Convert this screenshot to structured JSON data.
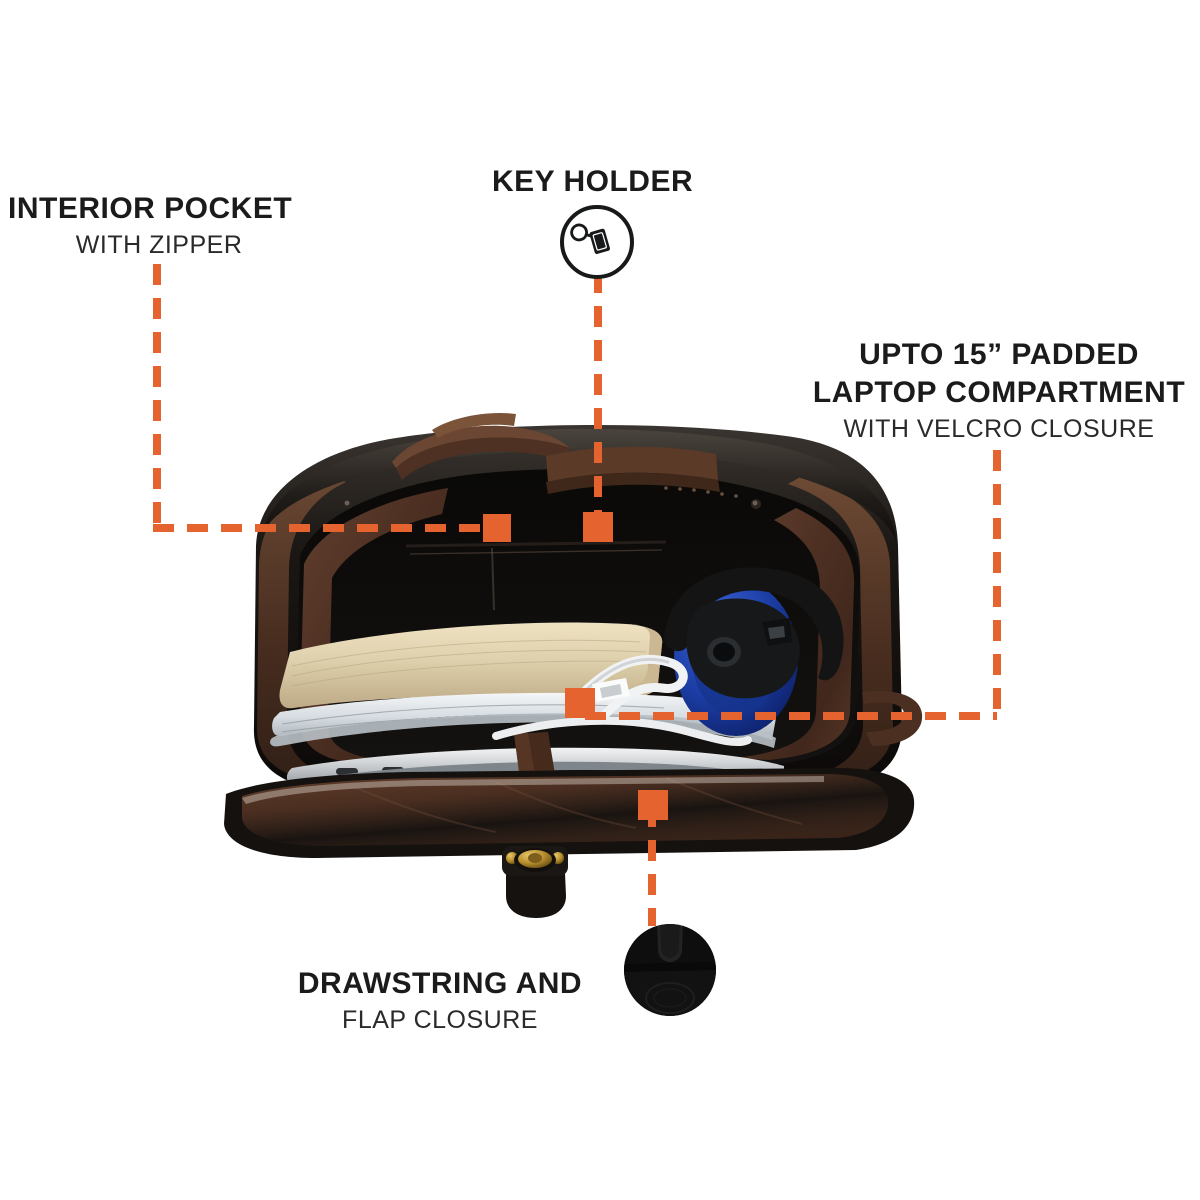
{
  "page": {
    "type": "product-feature-infographic",
    "subject": "leather-canvas backpack interior",
    "background_color": "#ffffff",
    "accent_color": "#e4632f",
    "text_color": "#1b1b1b"
  },
  "callouts": [
    {
      "id": "interior-pocket",
      "title": "INTERIOR POCKET",
      "subtitle": "WITH ZIPPER",
      "position": "top-left",
      "connector": "elbow-down-right",
      "marker_point": "inside main compartment rear wall"
    },
    {
      "id": "key-holder",
      "title": "KEY HOLDER",
      "subtitle": "",
      "position": "top-center",
      "connector": "vertical-down",
      "icon": "key-fob-icon",
      "marker_point": "top interior of compartment"
    },
    {
      "id": "laptop-compartment",
      "title_line_1": "UPTO 15” PADDED",
      "title_line_2": "LAPTOP COMPARTMENT",
      "subtitle": "WITH VELCRO CLOSURE",
      "position": "right",
      "connector": "elbow-down-left",
      "marker_point": "velcro strap across laptop sleeve"
    },
    {
      "id": "drawstring-flap",
      "title": "DRAWSTRING AND",
      "subtitle": "FLAP CLOSURE",
      "position": "bottom-center",
      "connector": "vertical-up",
      "icon": "flap-closure-icon",
      "marker_point": "front flap"
    }
  ],
  "icons": {
    "key_holder": "key-fob-icon",
    "flap_closure": "flap-closure-icon"
  },
  "product_contents": [
    "hardcover book",
    "notebook / papers",
    "silver laptop",
    "blue over-ear headphones",
    "white charging cables"
  ],
  "colors": {
    "accent_orange": "#e4632f",
    "leather_black": "#14110f",
    "leather_brown": "#4a2f22",
    "suede_brown": "#5b3a2a",
    "headphone_blue": "#1b3fa8",
    "laptop_silver": "#d5d7d9",
    "brass": "#b8902f"
  }
}
